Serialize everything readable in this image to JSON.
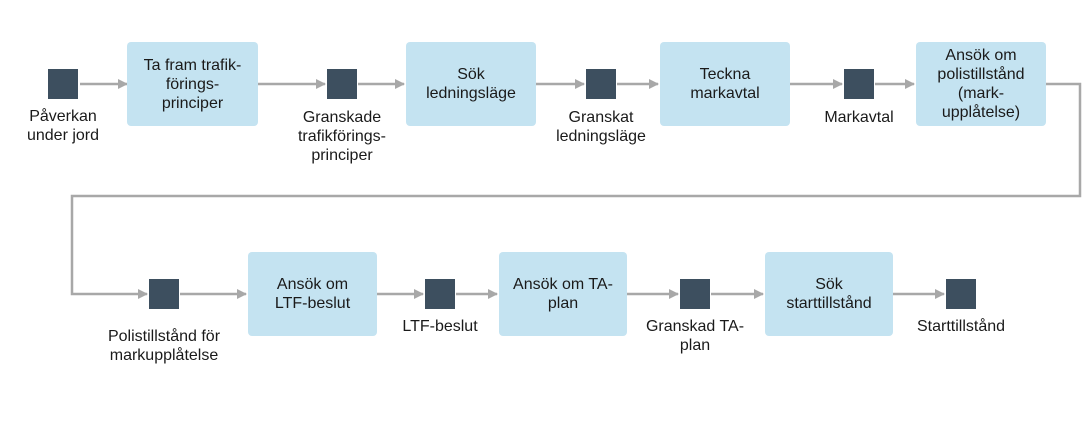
{
  "colors": {
    "process_fill": "#c4e3f1",
    "milestone_fill": "#3d4f5f",
    "connector": "#a8a8a8"
  },
  "flow": {
    "processes": [
      {
        "id": "p1",
        "text": "Ta fram trafik-\nförings-\nprinciper"
      },
      {
        "id": "p2",
        "text": "Sök\nledningsläge"
      },
      {
        "id": "p3",
        "text": "Teckna\nmarkavtal"
      },
      {
        "id": "p4",
        "text": "Ansök om\npolistillstånd\n(mark-\nupplåtelse)"
      },
      {
        "id": "p5",
        "text": "Ansök om\nLTF-beslut"
      },
      {
        "id": "p6",
        "text": "Ansök om TA-\nplan"
      },
      {
        "id": "p7",
        "text": "Sök\nstarttillstånd"
      }
    ],
    "milestones": [
      {
        "id": "m1",
        "text": "Påverkan\nunder jord"
      },
      {
        "id": "m2",
        "text": "Granskade\ntrafikförings-\nprinciper"
      },
      {
        "id": "m3",
        "text": "Granskat\nledningsläge"
      },
      {
        "id": "m4",
        "text": "Markavtal"
      },
      {
        "id": "m5",
        "text": "Polistillstånd för\nmarkupplåtelse"
      },
      {
        "id": "m6",
        "text": "LTF-beslut"
      },
      {
        "id": "m7",
        "text": "Granskad TA-\nplan"
      },
      {
        "id": "m8",
        "text": "Starttillstånd"
      }
    ]
  }
}
